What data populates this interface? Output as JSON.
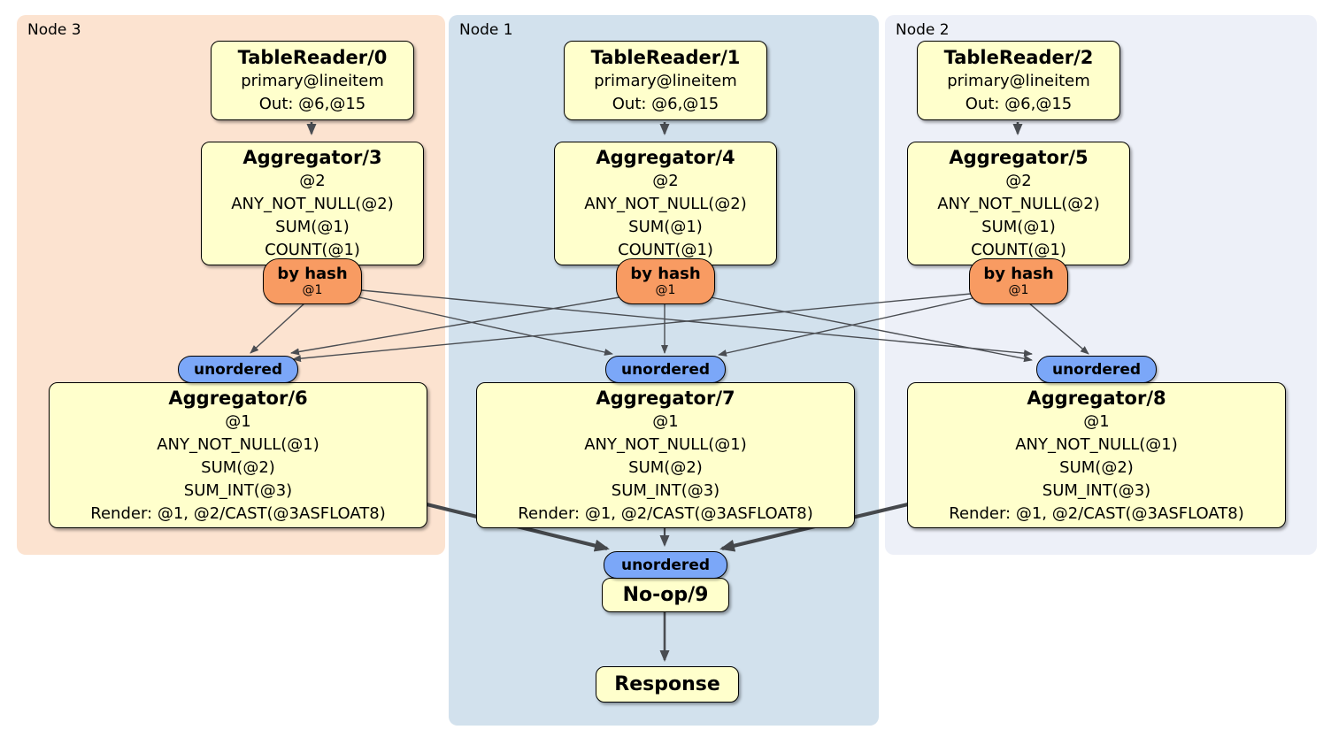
{
  "colors": {
    "node3_panel_bg": "#fce3d0",
    "node1_panel_bg": "#d2e1ed",
    "node2_panel_bg": "#edf0f8",
    "processor_box_bg": "#ffffcc",
    "hash_router_badge_bg": "#f89b62",
    "stream_badge_bg": "#7ba7f8",
    "edge_color": "#4a4d52",
    "text_color": "#000000"
  },
  "columns": [
    {
      "node_label": "Node 3",
      "table_reader": {
        "title": "TableReader/0",
        "lines": [
          "primary@lineitem",
          "Out: @6,@15"
        ]
      },
      "aggregator_top": {
        "title": "Aggregator/3",
        "lines": [
          "@2",
          "ANY_NOT_NULL(@2)",
          "SUM(@1)",
          "COUNT(@1)"
        ]
      },
      "hash_badge": {
        "label": "by hash",
        "detail": "@1"
      },
      "stream_badge": {
        "label": "unordered"
      },
      "aggregator_bottom": {
        "title": "Aggregator/6",
        "lines": [
          "@1",
          "ANY_NOT_NULL(@1)",
          "SUM(@2)",
          "SUM_INT(@3)",
          "Render: @1, @2/CAST(@3ASFLOAT8)"
        ]
      }
    },
    {
      "node_label": "Node 1",
      "table_reader": {
        "title": "TableReader/1",
        "lines": [
          "primary@lineitem",
          "Out: @6,@15"
        ]
      },
      "aggregator_top": {
        "title": "Aggregator/4",
        "lines": [
          "@2",
          "ANY_NOT_NULL(@2)",
          "SUM(@1)",
          "COUNT(@1)"
        ]
      },
      "hash_badge": {
        "label": "by hash",
        "detail": "@1"
      },
      "stream_badge": {
        "label": "unordered"
      },
      "aggregator_bottom": {
        "title": "Aggregator/7",
        "lines": [
          "@1",
          "ANY_NOT_NULL(@1)",
          "SUM(@2)",
          "SUM_INT(@3)",
          "Render: @1, @2/CAST(@3ASFLOAT8)"
        ]
      }
    },
    {
      "node_label": "Node 2",
      "table_reader": {
        "title": "TableReader/2",
        "lines": [
          "primary@lineitem",
          "Out: @6,@15"
        ]
      },
      "aggregator_top": {
        "title": "Aggregator/5",
        "lines": [
          "@2",
          "ANY_NOT_NULL(@2)",
          "SUM(@1)",
          "COUNT(@1)"
        ]
      },
      "hash_badge": {
        "label": "by hash",
        "detail": "@1"
      },
      "stream_badge": {
        "label": "unordered"
      },
      "aggregator_bottom": {
        "title": "Aggregator/8",
        "lines": [
          "@1",
          "ANY_NOT_NULL(@1)",
          "SUM(@2)",
          "SUM_INT(@3)",
          "Render: @1, @2/CAST(@3ASFLOAT8)"
        ]
      }
    }
  ],
  "sink": {
    "stream_badge": {
      "label": "unordered"
    },
    "noop": {
      "title": "No-op/9"
    },
    "response": {
      "title": "Response"
    }
  }
}
